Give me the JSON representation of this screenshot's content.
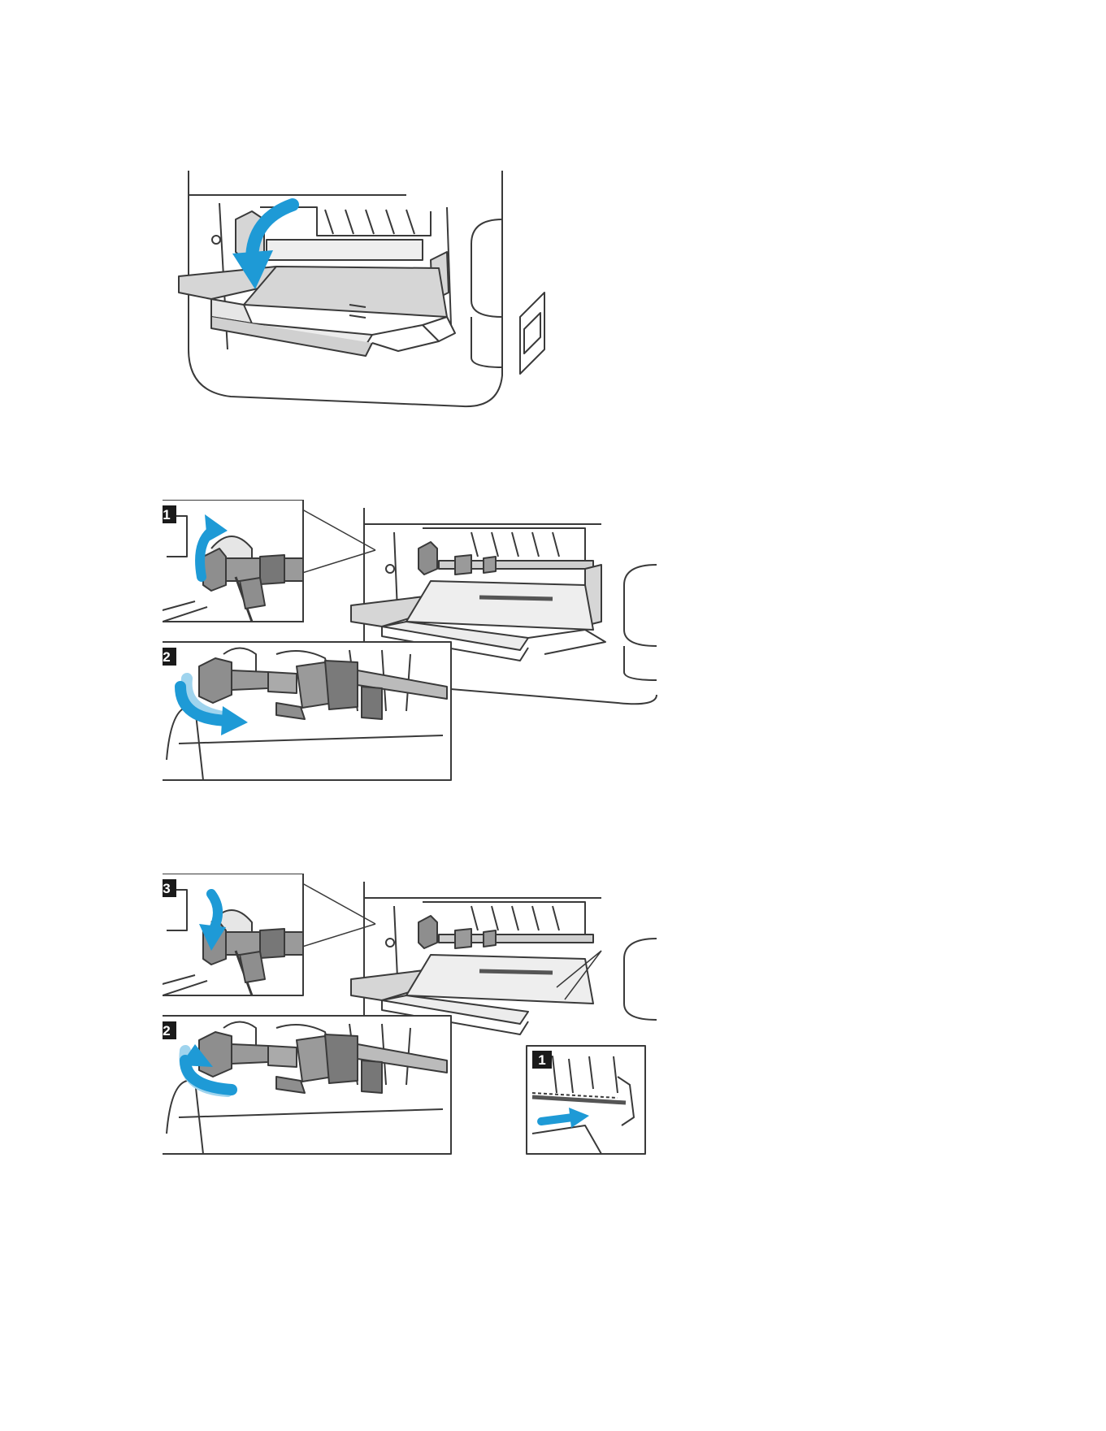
{
  "figures": [
    {
      "callouts": []
    },
    {
      "callouts": [
        "1",
        "2"
      ]
    },
    {
      "callouts": [
        "3",
        "2",
        "1"
      ]
    }
  ],
  "colors": {
    "arrow": "#1e9ad6",
    "arrow_light": "#9fd4ee",
    "line": "#3a3a3a",
    "fill_gray": "#d6d6d6",
    "fill_dark": "#8e8e8e",
    "badge": "#1a1a1a"
  }
}
